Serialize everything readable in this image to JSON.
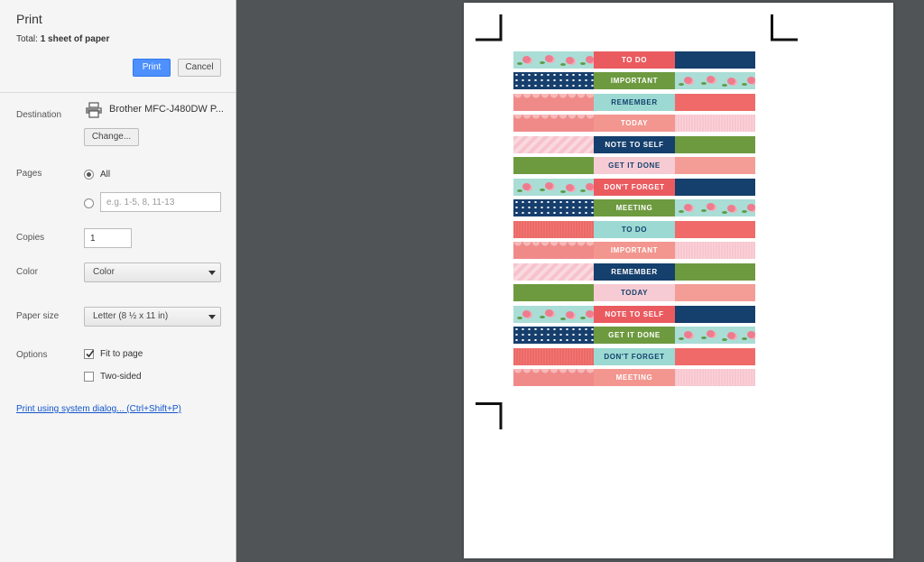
{
  "dialog": {
    "title": "Print",
    "summary_label": "Total:",
    "summary_value": "1 sheet of paper",
    "print_label": "Print",
    "cancel_label": "Cancel"
  },
  "destination": {
    "label": "Destination",
    "printer_name": "Brother MFC-J480DW P...",
    "change_label": "Change..."
  },
  "pages": {
    "label": "Pages",
    "all_label": "All",
    "custom_placeholder": "e.g. 1-5, 8, 11-13"
  },
  "copies": {
    "label": "Copies",
    "value": "1"
  },
  "color": {
    "label": "Color",
    "selected": "Color"
  },
  "paper_size": {
    "label": "Paper size",
    "selected": "Letter (8 ½ x 11 in)"
  },
  "options": {
    "label": "Options",
    "fit_to_page": "Fit to page",
    "two_sided": "Two-sided"
  },
  "system_dialog_link": "Print using system dialog... (Ctrl+Shift+P)",
  "preview": {
    "strips": [
      {
        "left": "floral",
        "mid": "TO DO",
        "mid_color": "coral",
        "right": "navy"
      },
      {
        "left": "dots",
        "mid": "IMPORTANT",
        "mid_color": "green",
        "right": "floral"
      },
      {
        "left": "scallop-coral",
        "mid": "REMEMBER",
        "mid_color": "teal",
        "right": "coral"
      },
      {
        "left": "scallop",
        "mid": "TODAY",
        "mid_color": "salmon",
        "right": "texture-pink"
      },
      {
        "left": "stripes",
        "mid": "NOTE TO SELF",
        "mid_color": "navy",
        "right": "green"
      },
      {
        "left": "green",
        "mid": "GET IT DONE",
        "mid_color": "pink",
        "right": "salmon"
      },
      {
        "left": "floral",
        "mid": "DON'T FORGET",
        "mid_color": "coral",
        "right": "navy"
      },
      {
        "left": "dots",
        "mid": "MEETING",
        "mid_color": "green",
        "right": "floral"
      },
      {
        "left": "texture-coral",
        "mid": "TO DO",
        "mid_color": "teal",
        "right": "coral"
      },
      {
        "left": "scallop",
        "mid": "IMPORTANT",
        "mid_color": "salmon",
        "right": "texture-pink"
      },
      {
        "left": "stripes",
        "mid": "REMEMBER",
        "mid_color": "navy",
        "right": "green"
      },
      {
        "left": "green",
        "mid": "TODAY",
        "mid_color": "pink",
        "right": "salmon"
      },
      {
        "left": "floral",
        "mid": "NOTE TO SELF",
        "mid_color": "coral",
        "right": "navy"
      },
      {
        "left": "dots",
        "mid": "GET IT DONE",
        "mid_color": "green",
        "right": "floral"
      },
      {
        "left": "texture-coral",
        "mid": "DON'T FORGET",
        "mid_color": "teal",
        "right": "coral"
      },
      {
        "left": "scallop",
        "mid": "MEETING",
        "mid_color": "salmon",
        "right": "texture-pink"
      }
    ]
  },
  "colors": {
    "accent": "#4d90fe",
    "link": "#1155cc",
    "preview_bg": "#515457"
  }
}
